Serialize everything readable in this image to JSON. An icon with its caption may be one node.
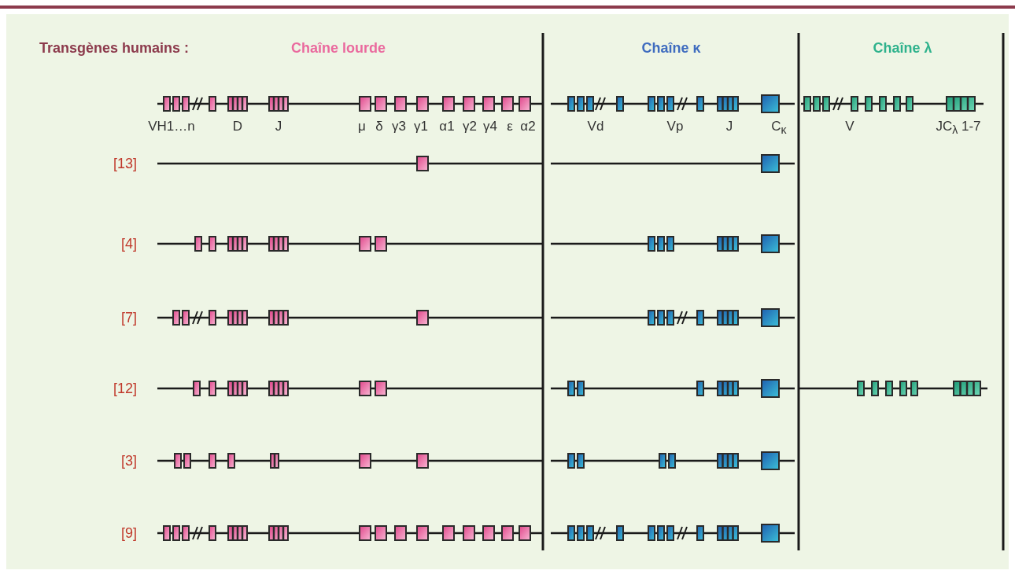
{
  "diagram": {
    "labels": [
      "Transgènes humains :",
      "Chaîne lourde",
      "Chaîne κ",
      "Chaîne λ",
      "VH1…n",
      "D",
      "J",
      "μ",
      "δ",
      "γ3",
      "γ1",
      "α1",
      "γ2",
      "γ4",
      "ε",
      "α2",
      "Vd",
      "Vp",
      "J",
      "C$_{κ}$",
      "V",
      "JC$_{λ}$ 1-7",
      "[13]",
      "[4]",
      "[7]",
      "[12]",
      "[3]",
      "[9]"
    ]
  }
}
